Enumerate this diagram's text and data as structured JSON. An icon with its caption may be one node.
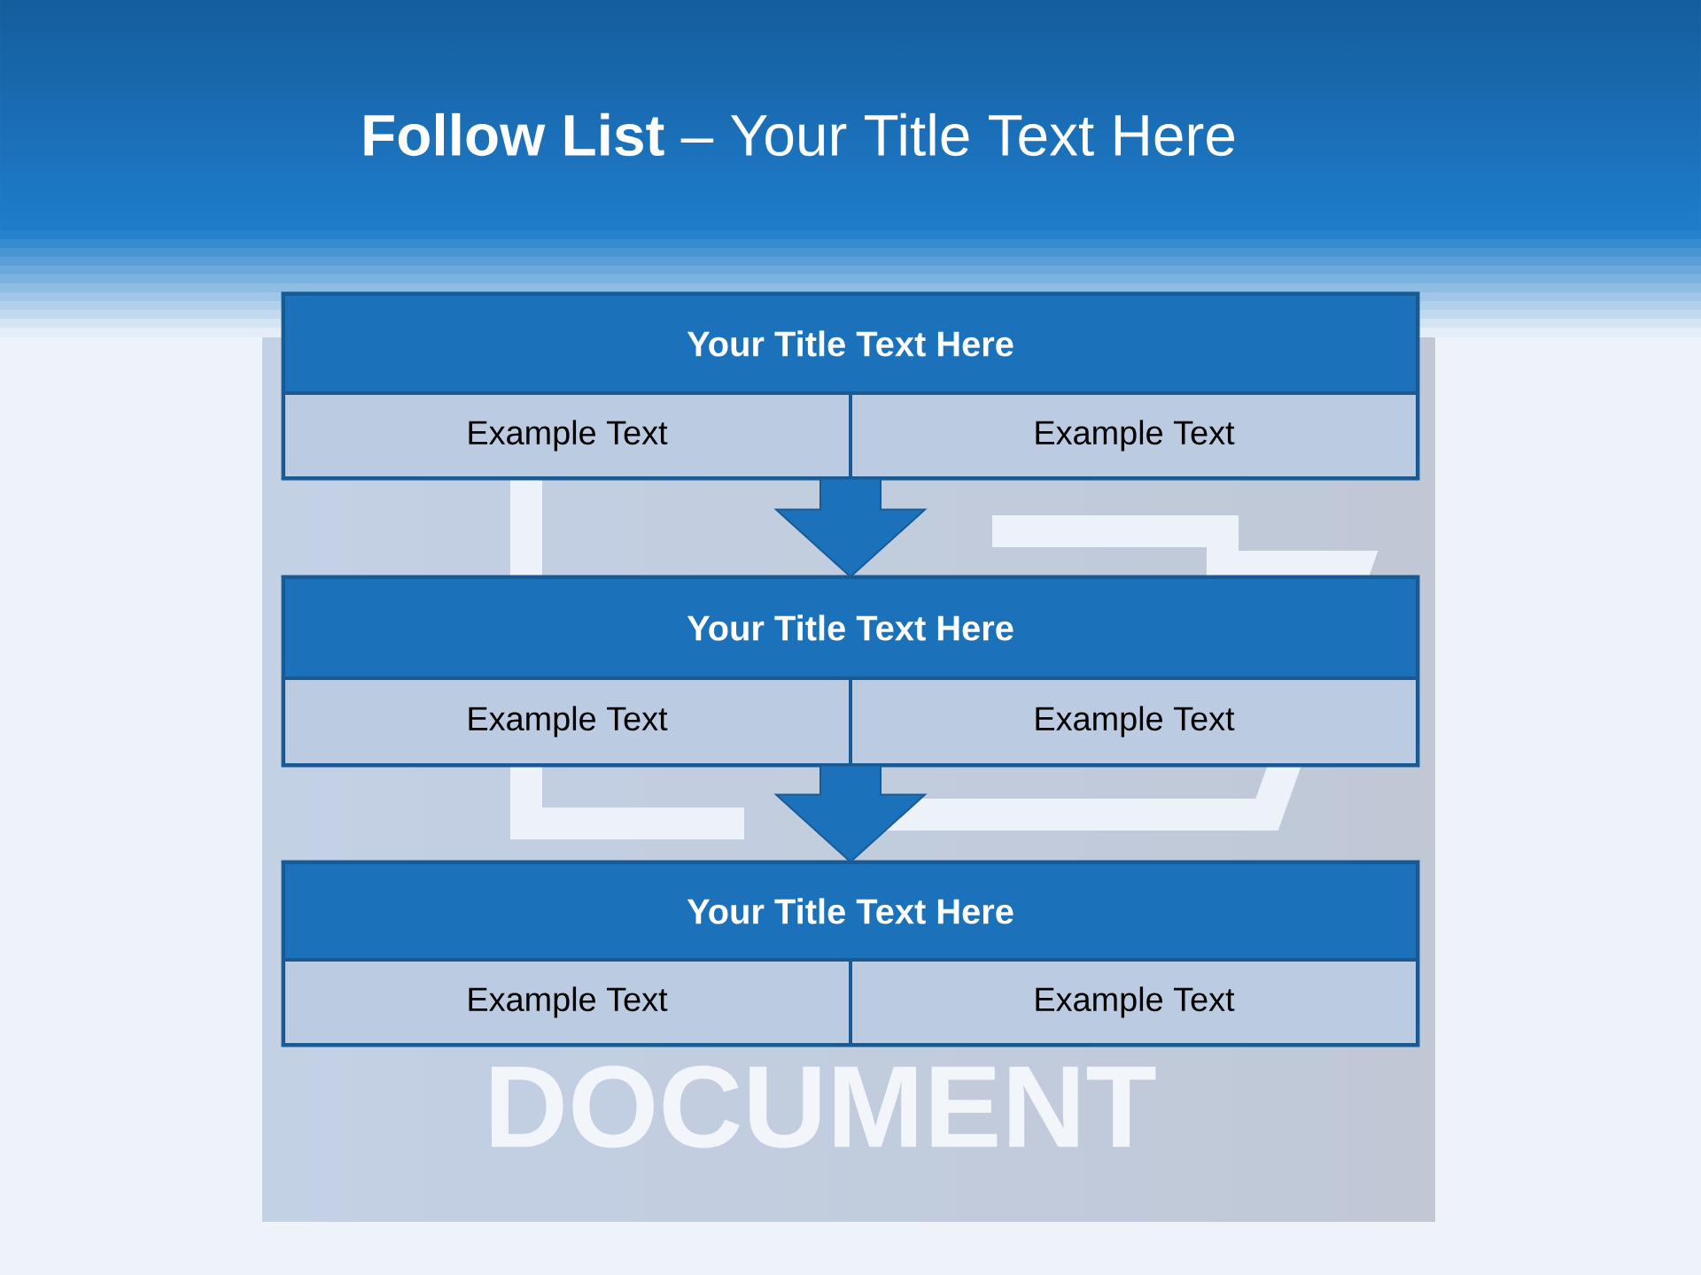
{
  "diagram": {
    "title": "**Follow List** – Your Title Text Here",
    "nodes": [
      {
        "text": [],
        "shape": "box"
      },
      {
        "text": [
          "Your Title Text Here"
        ],
        "in": 0
      },
      {
        "text": [
          "Example Text"
        ],
        "in": 0
      },
      {
        "text": [
          "Example Text"
        ],
        "in": 0
      },
      {
        "text": [],
        "shape": "box"
      },
      {
        "text": [
          "Your Title Text Here"
        ],
        "in": 4
      },
      {
        "text": [
          "Example Text"
        ],
        "in": 4
      },
      {
        "text": [
          "Example Text"
        ],
        "in": 4
      },
      {
        "text": [],
        "shape": "box"
      },
      {
        "text": [
          "Your Title Text Here"
        ],
        "in": 8
      },
      {
        "text": [
          "Example Text"
        ],
        "in": 8
      },
      {
        "text": [
          "Example Text"
        ],
        "in": 8
      }
    ],
    "edges": [
      {
        "from": 0,
        "to": 4,
        "arrow": "to"
      },
      {
        "from": 4,
        "to": 8,
        "arrow": "to"
      }
    ],
    "labels": [
      "DOCUMENT"
    ]
  }
}
